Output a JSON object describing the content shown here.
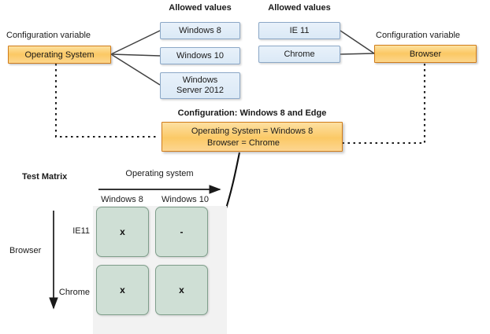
{
  "diagram": {
    "title_left": "Configuration variable",
    "title_right": "Configuration variable",
    "allowed_values_left_header": "Allowed values",
    "allowed_values_right_header": "Allowed values",
    "variables": [
      {
        "name": "Operating System"
      },
      {
        "name": "Browser"
      }
    ],
    "os_allowed_values": [
      "Windows 8",
      "Windows 10",
      "Windows\nServer 2012"
    ],
    "os_allowed_values_display": [
      "Windows 8",
      "Windows 10",
      "Windows Server 2012"
    ],
    "browser_allowed_values": [
      "IE 11",
      "Chrome"
    ],
    "configuration": {
      "header": "Configuration: Windows 8 and Edge",
      "line1": "Operating System = Windows 8",
      "line2": "Browser = Chrome"
    },
    "matrix": {
      "title": "Test Matrix",
      "x_axis_label": "Operating system",
      "y_axis_label": "Browser",
      "columns": [
        "Windows 8",
        "Windows 10"
      ],
      "rows": [
        "IE11",
        "Chrome"
      ],
      "cells": [
        [
          "x",
          "-"
        ],
        [
          "x",
          "x"
        ]
      ]
    },
    "colors": {
      "variable_box_fill": "#fbc864",
      "variable_box_border": "#d07c1a",
      "allowed_value_fill": "#dbe9f6",
      "allowed_value_border": "#8ba7c6",
      "matrix_cell_fill": "#cfdfd5",
      "matrix_cell_border": "#7f9e8b",
      "matrix_background": "#f2f2f2",
      "connector_line": "#404040"
    }
  }
}
